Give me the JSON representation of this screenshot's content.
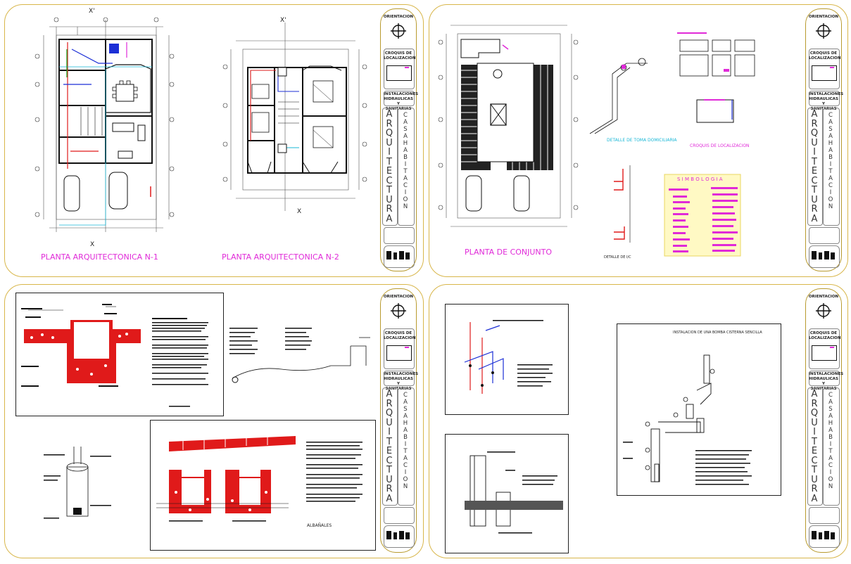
{
  "titleblock": {
    "orientacion": "ORIENTACION",
    "croquis": "CROQUIS DE LOCALIZACION",
    "instalaciones": "INSTALACIONES HIDRAULICAS Y SANITARIAS",
    "arquitectura": [
      "A",
      "R",
      "Q",
      "U",
      "I",
      "T",
      "E",
      "C",
      "T",
      "U",
      "R",
      "A"
    ],
    "casa_habitacion": [
      "C",
      "A",
      "S",
      "A",
      " ",
      "H",
      "A",
      "B",
      "I",
      "T",
      "A",
      "C",
      "I",
      "O",
      "N"
    ]
  },
  "sheet1": {
    "label_n1": "PLANTA ARQUITECTONICA N-1",
    "label_n2": "PLANTA ARQUITECTONICA N-2",
    "axis_x_top": "X'",
    "axis_x_bottom": "X",
    "axis_x2_top": "X'",
    "axis_x2_bottom": "X"
  },
  "sheet2": {
    "label_conjunto": "PLANTA DE CONJUNTO",
    "detalle_toma": "DETALLE DE TOMA DOMICILIARIA",
    "croquis_localizacion": "CROQUIS DE LOCALIZACION",
    "simbologia": "S I M B O L O G I A",
    "detalle_ic": "DETALLE DE I/C"
  },
  "sheet3": {
    "albanales": "ALBAÑALES"
  },
  "sheet4": {
    "instalacion_title": "INSTALACION DE UNA BOMBA CISTERNA SENCILLA"
  },
  "colors": {
    "accent": "#e02ad8",
    "border": "#d8b64a",
    "red": "#e01a1a",
    "blue": "#1c2fd6",
    "cyan": "#18b7d6",
    "yellow_fill": "#fff9c4"
  }
}
